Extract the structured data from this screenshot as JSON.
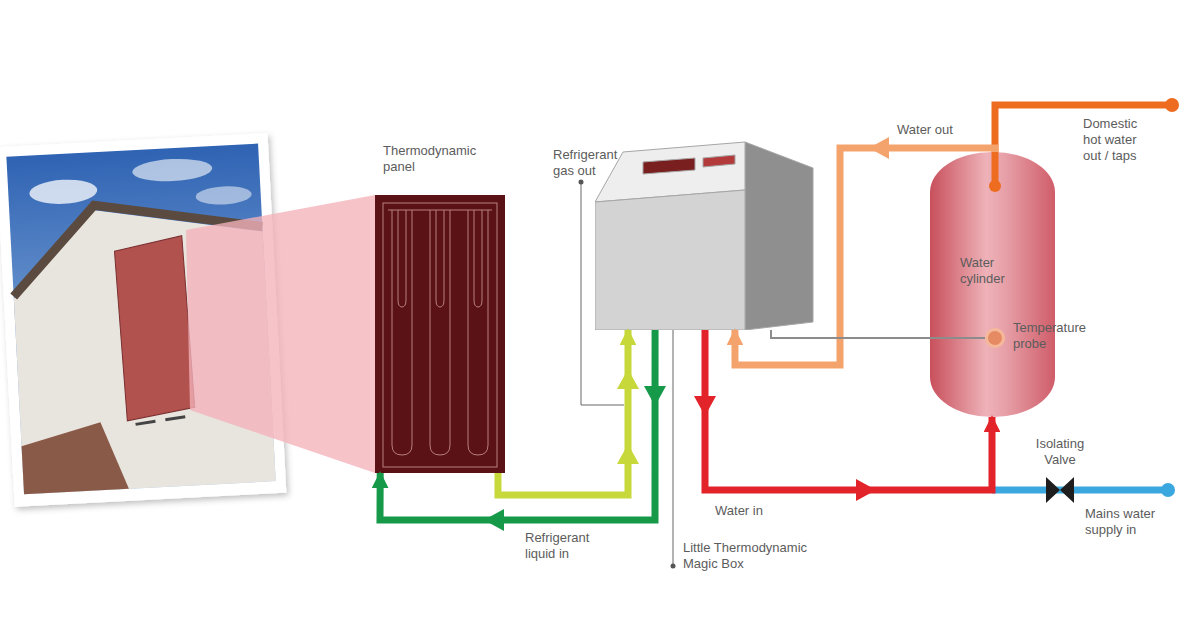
{
  "diagram": {
    "nodes": [
      {
        "text": [
          "Thermodynamic panel"
        ]
      },
      {
        "text": [
          "Little Thermodynamic Magic Box"
        ]
      },
      {
        "text": [
          "Water cylinder"
        ]
      },
      {
        "text": [
          "Temperature probe"
        ],
        "in": 2
      }
    ],
    "edges": [
      {
        "from": 0,
        "to": 1,
        "arrow": "to",
        "label": "Refrigerant gas out"
      },
      {
        "from": 1,
        "to": 0,
        "arrow": "to",
        "label": "Refrigerant liquid in"
      },
      {
        "from": 1,
        "to": 2,
        "arrow": "to",
        "label": "Water in"
      },
      {
        "from": 2,
        "to": 1,
        "arrow": "to",
        "label": "Water out"
      },
      {
        "from": 1,
        "to": 3,
        "arrow": "none"
      }
    ],
    "labels": [
      "Domestic hot water out / taps",
      "Isolating Valve",
      "Mains water supply in"
    ]
  }
}
